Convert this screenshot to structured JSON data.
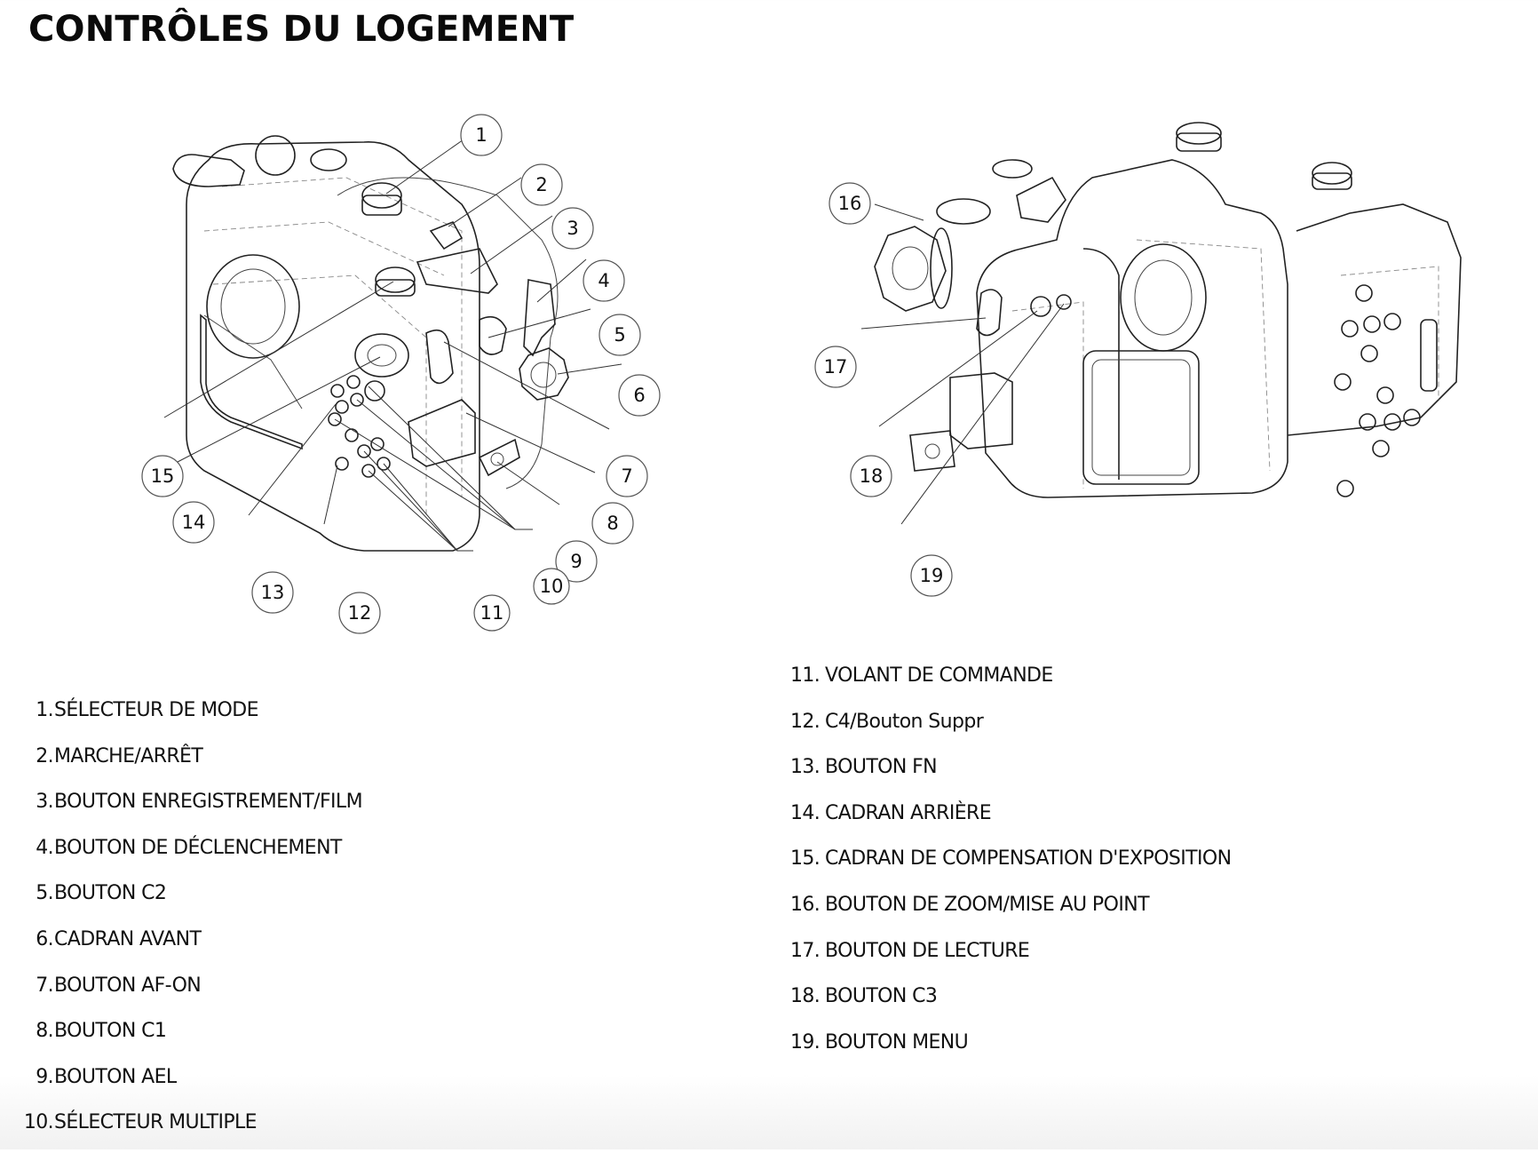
{
  "page": {
    "title": "CONTRÔLES DU LOGEMENT"
  },
  "diagrams": {
    "front": {
      "callouts": [
        "1",
        "2",
        "3",
        "4",
        "5",
        "6",
        "7",
        "8",
        "9",
        "10",
        "11",
        "12",
        "13",
        "14",
        "15"
      ]
    },
    "back": {
      "callouts": [
        "16",
        "17",
        "18",
        "19"
      ]
    }
  },
  "controls": {
    "left": [
      {
        "num": "1.",
        "label": "SÉLECTEUR DE MODE"
      },
      {
        "num": "2.",
        "label": "MARCHE/ARRÊT"
      },
      {
        "num": "3.",
        "label": "BOUTON ENREGISTREMENT/FILM"
      },
      {
        "num": "4.",
        "label": "BOUTON DE DÉCLENCHEMENT"
      },
      {
        "num": "5.",
        "label": "BOUTON C2"
      },
      {
        "num": "6.",
        "label": "CADRAN AVANT"
      },
      {
        "num": "7.",
        "label": "BOUTON AF-ON"
      },
      {
        "num": "8.",
        "label": "BOUTON C1"
      },
      {
        "num": "9.",
        "label": "BOUTON AEL"
      },
      {
        "num": "10.",
        "label": "SÉLECTEUR MULTIPLE"
      }
    ],
    "right": [
      {
        "num": "11.",
        "label": "VOLANT DE COMMANDE"
      },
      {
        "num": "12.",
        "label": "C4/Bouton Suppr"
      },
      {
        "num": "13.",
        "label": "BOUTON FN"
      },
      {
        "num": "14.",
        "label": "CADRAN ARRIÈRE"
      },
      {
        "num": "15.",
        "label": "CADRAN DE COMPENSATION D'EXPOSITION"
      },
      {
        "num": "16.",
        "label": "BOUTON DE ZOOM/MISE AU POINT"
      },
      {
        "num": "17.",
        "label": "BOUTON DE LECTURE"
      },
      {
        "num": "18.",
        "label": "BOUTON C3"
      },
      {
        "num": "19.",
        "label": "BOUTON MENU"
      }
    ]
  }
}
